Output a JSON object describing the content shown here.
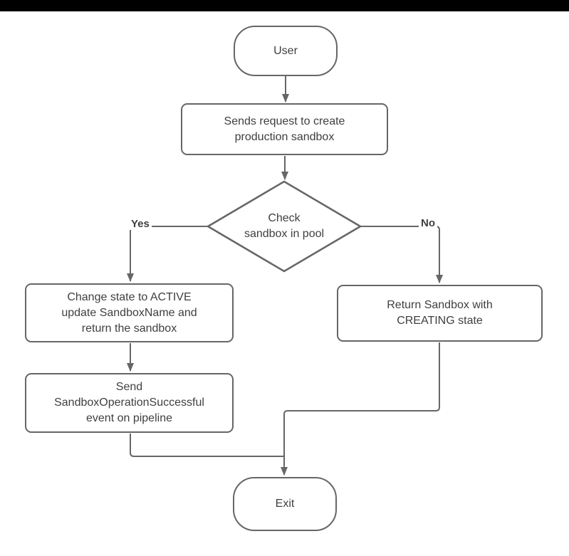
{
  "diagram": {
    "type": "flowchart",
    "colors": {
      "top_bar": "#000000",
      "background": "#ffffff",
      "shape_stroke": "#666666",
      "text": "#3f3f3f"
    },
    "nodes": {
      "user": {
        "type": "terminator",
        "label": "User"
      },
      "send_request": {
        "type": "process",
        "label": "Sends request to create\nproduction sandbox"
      },
      "check_pool": {
        "type": "decision",
        "label": "Check\nsandbox in pool"
      },
      "change_state": {
        "type": "process",
        "label": "Change state to ACTIVE\nupdate SandboxName and\nreturn the sandbox"
      },
      "send_event": {
        "type": "process",
        "label": "Send\nSandboxOperationSuccessful\nevent on pipeline"
      },
      "return_sandbox": {
        "type": "process",
        "label": "Return Sandbox with\nCREATING state"
      },
      "exit": {
        "type": "terminator",
        "label": "Exit"
      }
    },
    "edge_labels": {
      "yes": "Yes",
      "no": "No"
    },
    "edges": [
      {
        "from": "user",
        "to": "send_request",
        "label": ""
      },
      {
        "from": "send_request",
        "to": "check_pool",
        "label": ""
      },
      {
        "from": "check_pool",
        "to": "change_state",
        "label": "Yes"
      },
      {
        "from": "check_pool",
        "to": "return_sandbox",
        "label": "No"
      },
      {
        "from": "change_state",
        "to": "send_event",
        "label": ""
      },
      {
        "from": "send_event",
        "to": "exit",
        "label": ""
      },
      {
        "from": "return_sandbox",
        "to": "exit",
        "label": ""
      }
    ]
  }
}
